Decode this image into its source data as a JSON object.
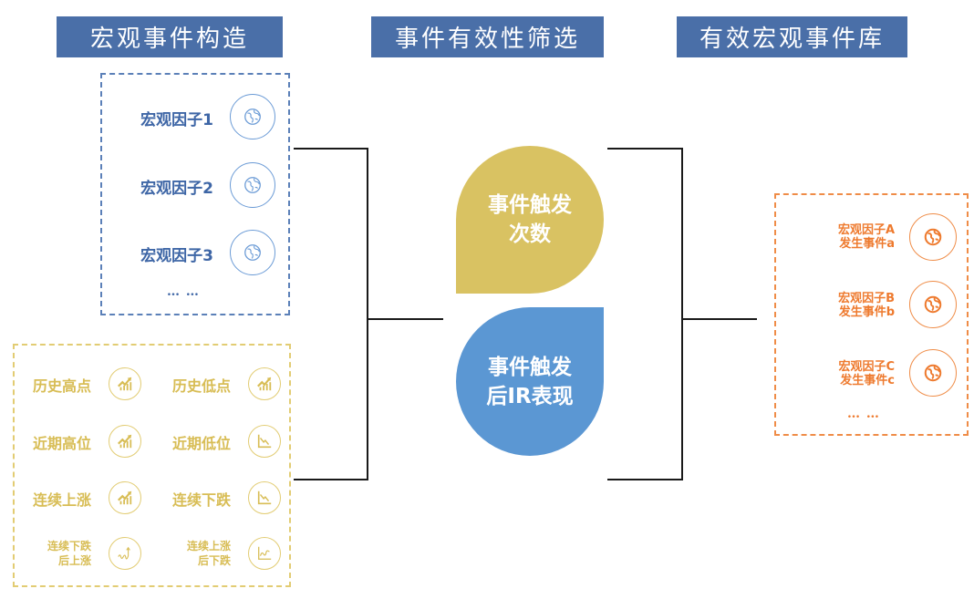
{
  "headers": {
    "construct": "宏观事件构造",
    "filter": "事件有效性筛选",
    "library": "有效宏观事件库"
  },
  "macro_factors": {
    "items": [
      {
        "label": "宏观因子1",
        "icon": "globe-icon"
      },
      {
        "label": "宏观因子2",
        "icon": "globe-icon"
      },
      {
        "label": "宏观因子3",
        "icon": "globe-icon"
      }
    ],
    "ellipsis": "… …"
  },
  "price_events": {
    "items": [
      {
        "label": "历史高点",
        "icon": "trend-up-bar-chart-icon"
      },
      {
        "label": "历史低点",
        "icon": "trend-up-bar-chart-icon"
      },
      {
        "label": "近期高位",
        "icon": "trend-up-bar-chart-icon"
      },
      {
        "label": "近期低位",
        "icon": "line-chart-down-icon"
      },
      {
        "label": "连续上涨",
        "icon": "trend-up-bar-chart-icon"
      },
      {
        "label": "连续下跌",
        "icon": "line-chart-down-icon"
      },
      {
        "label_line1": "连续下跌",
        "label_line2": "后上涨",
        "icon": "wave-arrow-up-icon"
      },
      {
        "label_line1": "连续上涨",
        "label_line2": "后下跌",
        "icon": "line-chart-wave-icon"
      }
    ]
  },
  "filters": {
    "trigger_count": {
      "line1": "事件触发",
      "line2": "次数"
    },
    "post_trigger_ir": {
      "line1": "事件触发",
      "line2": "后IR表现"
    }
  },
  "effective_events": {
    "items": [
      {
        "line1": "宏观因子A",
        "line2": "发生事件a",
        "icon": "globe-icon"
      },
      {
        "line1": "宏观因子B",
        "line2": "发生事件b",
        "icon": "globe-icon"
      },
      {
        "line1": "宏观因子C",
        "line2": "发生事件c",
        "icon": "globe-icon"
      }
    ],
    "ellipsis": "… …"
  },
  "colors": {
    "header_bg": "#4a6fa8",
    "blue": "#3e66a6",
    "yellow": "#d8bd55",
    "gold_drop": "#d9c262",
    "blue_drop": "#5b97d3",
    "orange": "#ee7a2e"
  }
}
